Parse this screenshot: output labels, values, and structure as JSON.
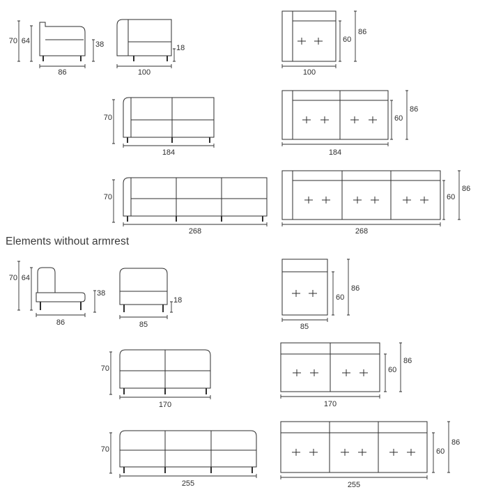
{
  "theme": {
    "background": "#ffffff",
    "line_color": "#2e2e2e",
    "text_color": "#2e2e2e"
  },
  "sections": {
    "with_armrest": {
      "side_view": {
        "total_height": "70",
        "back_height": "64",
        "depth": "86"
      },
      "one_seat": {
        "front": {
          "armrest_height": "38",
          "leg_height": "18",
          "width": "100"
        },
        "top": {
          "seat_depth": "60",
          "total_depth": "86",
          "width": "100"
        }
      },
      "two_seat": {
        "front": {
          "height": "70",
          "width": "184"
        },
        "top": {
          "seat_depth": "60",
          "total_depth": "86",
          "width": "184"
        }
      },
      "three_seat": {
        "front": {
          "height": "70",
          "width": "268"
        },
        "top": {
          "seat_depth": "60",
          "total_depth": "86",
          "width": "268"
        }
      }
    },
    "without_armrest": {
      "title": "Elements without armrest",
      "side_view": {
        "total_height": "70",
        "back_height": "64",
        "depth": "86"
      },
      "one_seat": {
        "front": {
          "seat_height": "38",
          "leg_height": "18",
          "width": "85"
        },
        "top": {
          "seat_depth": "60",
          "total_depth": "86",
          "width": "85"
        }
      },
      "two_seat": {
        "front": {
          "height": "70",
          "width": "170"
        },
        "top": {
          "seat_depth": "60",
          "total_depth": "86",
          "width": "170"
        }
      },
      "three_seat": {
        "front": {
          "height": "70",
          "width": "255"
        },
        "top": {
          "seat_depth": "60",
          "total_depth": "86",
          "width": "255"
        }
      }
    }
  }
}
